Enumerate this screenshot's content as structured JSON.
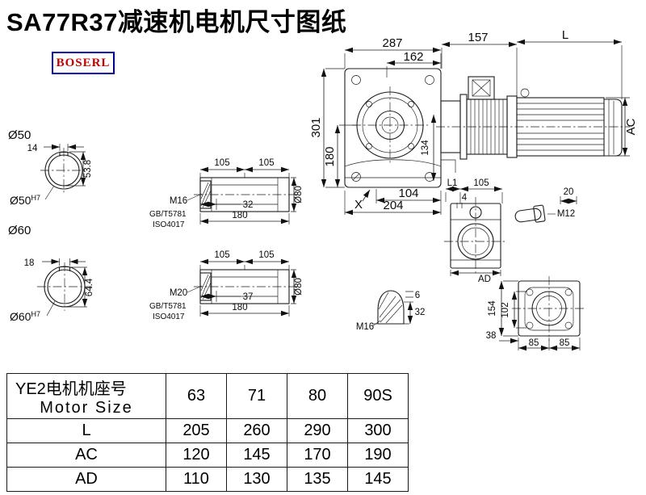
{
  "page": {
    "title": "SA77R37减速机电机尺寸图纸",
    "logo": "BOSERL"
  },
  "drawing": {
    "top_dims": {
      "d287": "287",
      "d162": "162",
      "d157": "157",
      "dL": "L"
    },
    "gearbox": {
      "d301": "301",
      "d180": "180",
      "d134": "134",
      "dX": "X",
      "d104": "104",
      "d204": "204"
    },
    "motor": {
      "dAC": "AC"
    },
    "shaft50": {
      "label": "Ø50",
      "d14": "14",
      "d53_8": "53.8",
      "bore_base": "Ø50",
      "bore_tol": "H7"
    },
    "shaft60": {
      "label": "Ø60",
      "d18": "18",
      "d64_4": "64.4",
      "bore_base": "Ø60",
      "bore_tol": "H7"
    },
    "key1": {
      "d105a": "105",
      "d105b": "105",
      "thread": "M16",
      "std1": "GB/T5781",
      "std2": "ISO4017",
      "d32": "32",
      "d180": "180",
      "dia": "Ø80"
    },
    "key2": {
      "d105a": "105",
      "d105b": "105",
      "thread": "M20",
      "std1": "GB/T5781",
      "std2": "ISO4017",
      "d37": "37",
      "d180": "180",
      "dia": "Ø80"
    },
    "sideview": {
      "dL1": "L1",
      "d105": "105",
      "d4": "4",
      "dAD": "AD"
    },
    "bolt": {
      "d20": "20",
      "thread": "M12"
    },
    "plug": {
      "d6": "6",
      "d32": "32",
      "thread": "M16"
    },
    "backview": {
      "d154": "154",
      "d102": "102",
      "d38": "38",
      "d85a": "85",
      "d85b": "85"
    }
  },
  "table": {
    "header": {
      "line1": "YE2电机机座号",
      "line2": "Motor Size"
    },
    "sizes": [
      "63",
      "71",
      "80",
      "90S"
    ],
    "rows": [
      {
        "label": "L",
        "values": [
          "205",
          "260",
          "290",
          "300"
        ]
      },
      {
        "label": "AC",
        "values": [
          "120",
          "145",
          "170",
          "190"
        ]
      },
      {
        "label": "AD",
        "values": [
          "110",
          "130",
          "135",
          "145"
        ]
      }
    ]
  }
}
